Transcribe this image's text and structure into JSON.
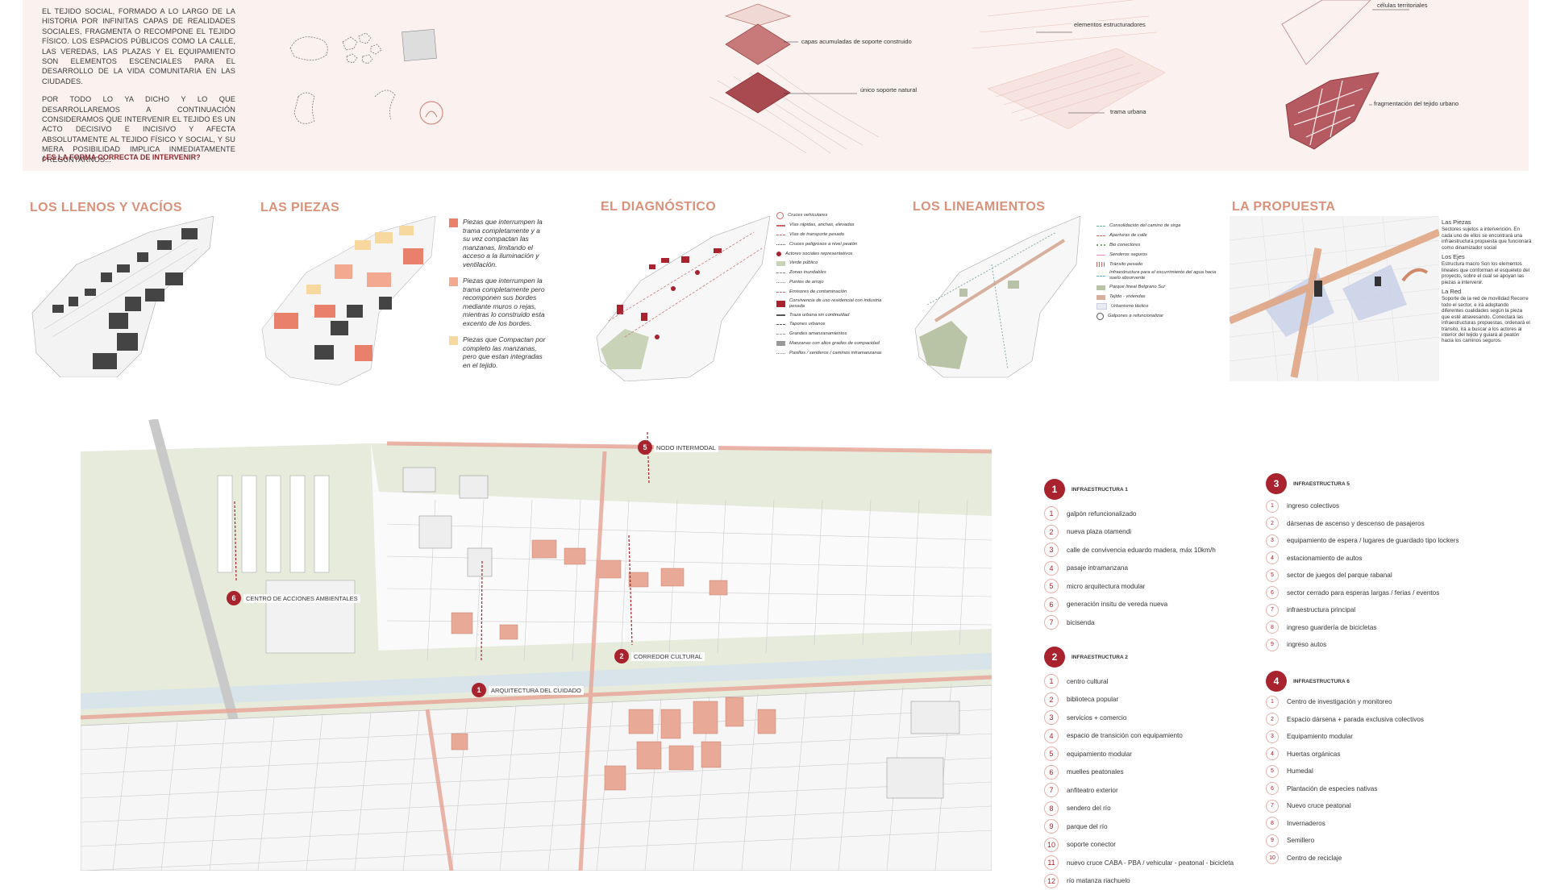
{
  "intro": {
    "paragraph1": "EL TEJIDO SOCIAL, FORMADO A LO LARGO DE LA HISTORIA POR INFINITAS CAPAS DE REALIDADES SOCIALES, FRAGMENTA O RECOMPONE EL TEJIDO FÍSICO. LOS ESPACIOS PÚBLICOS COMO LA CALLE, LAS VEREDAS, LAS PLAZAS Y EL EQUIPAMIENTO SON ELEMENTOS ESCENCIALES PARA EL DESARROLLO DE LA VIDA COMUNITARIA EN LAS CIUDADES.",
    "paragraph2": "POR TODO LO YA DICHO Y LO QUE DESARROLLAREMOS A CONTINUACIÓN CONSIDERAMOS QUE INTERVENIR EL TEJIDO ES UN ACTO DECISIVO E INCISIVO Y AFECTA ABSOLUTAMENTE AL TEJIDO FÍSICO Y SOCIAL, Y SU MERA POSIBILIDAD IMPLICA INMEDIATAMENTE PREGUNTARNOS...",
    "question": "¿ES LA FORMA CORRECTA DE INTERVENIR?"
  },
  "layers": {
    "label1": "capas acumuladas de soporte construido",
    "label2": "único soporte natural"
  },
  "structure": {
    "label1": "elementos estructuradores",
    "label2": "trama urbana"
  },
  "cells": {
    "label1": "células territoriales",
    "label2": "fragmentación del tejido urbano"
  },
  "sections": {
    "llenos": "LOS LLENOS Y VACÍOS",
    "piezas": "LAS PIEZAS",
    "diagnostico": "EL DIAGNÓSTICO",
    "lineamientos": "LOS LINEAMIENTOS",
    "propuesta": "LA PROPUESTA"
  },
  "piezas_legend": [
    {
      "text": "Piezas que interrumpen la trama completamente y a su vez compactan las manzanas, limitando el acceso a la iluminación y ventilación.",
      "color": "#e8806c"
    },
    {
      "text": "Piezas que interrumpen la trama completamente pero recomponen sus bordes mediante muros o rejas, mientras lo construido esta excento de los bordes.",
      "color": "#f2a98f"
    },
    {
      "text": "Piezas que Compactan por completo las manzanas, pero que estan integradas en el tejido.",
      "color": "#f7d9a0"
    }
  ],
  "diagnostico_legend": [
    "Cruces vehiculares",
    "Vías rápidas, anchas, elevadas",
    "Vías de transporte pesado",
    "Cruces peligrosos a nivel peatón",
    "Actores sociales representativos",
    "Verde público",
    "Zonas inundables",
    "Puntos de arrojo",
    "Emisores de contaminación",
    "Convivencia de uso residencial con industria pesada",
    "Traza urbana sin continuidad",
    "Tapones urbanos",
    "Grandes amanzanamientos",
    "Manzanas con altos grados de compacidad",
    "Pasillos / senderos / caminos intramanzanas"
  ],
  "lineamientos_legend": [
    "Consolidación del camino de sirga",
    "Aperturas de calle",
    "Bio conectores",
    "Senderos seguros",
    "Tránsito pesado",
    "Infraestructura para el escurrimiento del agua hacia suelo absorvente",
    "Parque lineal Belgrano Sur",
    "Tejido - viviendas",
    "Urbanismo táctico",
    "Galpones a refuncionalizar"
  ],
  "propuesta_legend": {
    "piezas_title": "Las Piezas",
    "piezas_text": "Sectores sujetos a intervención. En cada uno de ellos se encontrará una infraestructura propuesta que funcionará como dinamizador social",
    "ejes_title": "Los Ejes",
    "ejes_text": "Estructura macro Son los elementos lineales que conforman el esqueleto del proyecto, sobre el cual se apoyan las piezas a intervenir.",
    "red_title": "La Red",
    "red_text": "Soporte de la red de movilidad Recorre todo el sector, e irá adoptando diferentes cualidades según la pieza que esté atravesando. Conectará las infraestructuras propuestas, ordenará el tránsito, irá a buscar a los actores al interior del tejido y guiará al peatón hacia los caminos seguros."
  },
  "map_markers": [
    {
      "num": "5",
      "label": "NODO INTERMODAL"
    },
    {
      "num": "6",
      "label": "CENTRO DE ACCIONES AMBIENTALES"
    },
    {
      "num": "2",
      "label": "CORREDOR CULTURAL"
    },
    {
      "num": "1",
      "label": "ARQUITECTURA DEL CUIDADO"
    }
  ],
  "infra1": {
    "num": "1",
    "title": "INFRAESTRUCTURA 1",
    "items": [
      "galpón refuncionalizado",
      "nueva plaza otamendi",
      "calle de convivencia eduardo madera, máx 10km/h",
      "pasaje intramanzana",
      "micro arquitectura modular",
      "generación insitu de vereda nueva",
      "bicisenda"
    ]
  },
  "infra2": {
    "num": "2",
    "title": "INFRAESTRUCTURA 2",
    "items": [
      "centro cultural",
      "biblioteca popular",
      "servicios + comercio",
      "espacio de transición con equipamiento",
      "equipamiento modular",
      "muelles peatonales",
      "anfiteatro exterior",
      "sendero del río",
      "parque del río",
      "soporte conector",
      "nuevo cruce CABA - PBA / vehicular - peatonal - bicicleta",
      "río matanza riachuelo"
    ]
  },
  "infra5": {
    "num": "3",
    "title": "INFRAESTRUCTURA 5",
    "items": [
      "ingreso colectivos",
      "dársenas de ascenso y descenso de pasajeros",
      "equipamiento de espera / lugares de guardado tipo lockers",
      "estacionamiento de autos",
      "sector de juegos del parque rabanal",
      "sector cerrado para esperas largas / ferias / eventos",
      "infraestructura principal",
      "ingreso guardería de bicicletas",
      "ingreso autos"
    ]
  },
  "infra6": {
    "num": "4",
    "title": "INFRAESTRUCTURA 6",
    "items": [
      "Centro de investigación y monitoreo",
      "Espacio dársena + parada exclusiva colectivos",
      "Equipamiento modular",
      "Huertas orgánicas",
      "Humedal",
      "Plantación de especies nativas",
      "Nuevo cruce peatonal",
      "Invernaderos",
      "Semillero",
      "Centro de reciclaje"
    ]
  },
  "colors": {
    "accent": "#a8232d",
    "title_salmon": "#d9917a",
    "band": "#fbf1ef",
    "built_salmon": "#e8a996",
    "green_area": "#e6ebdc"
  }
}
